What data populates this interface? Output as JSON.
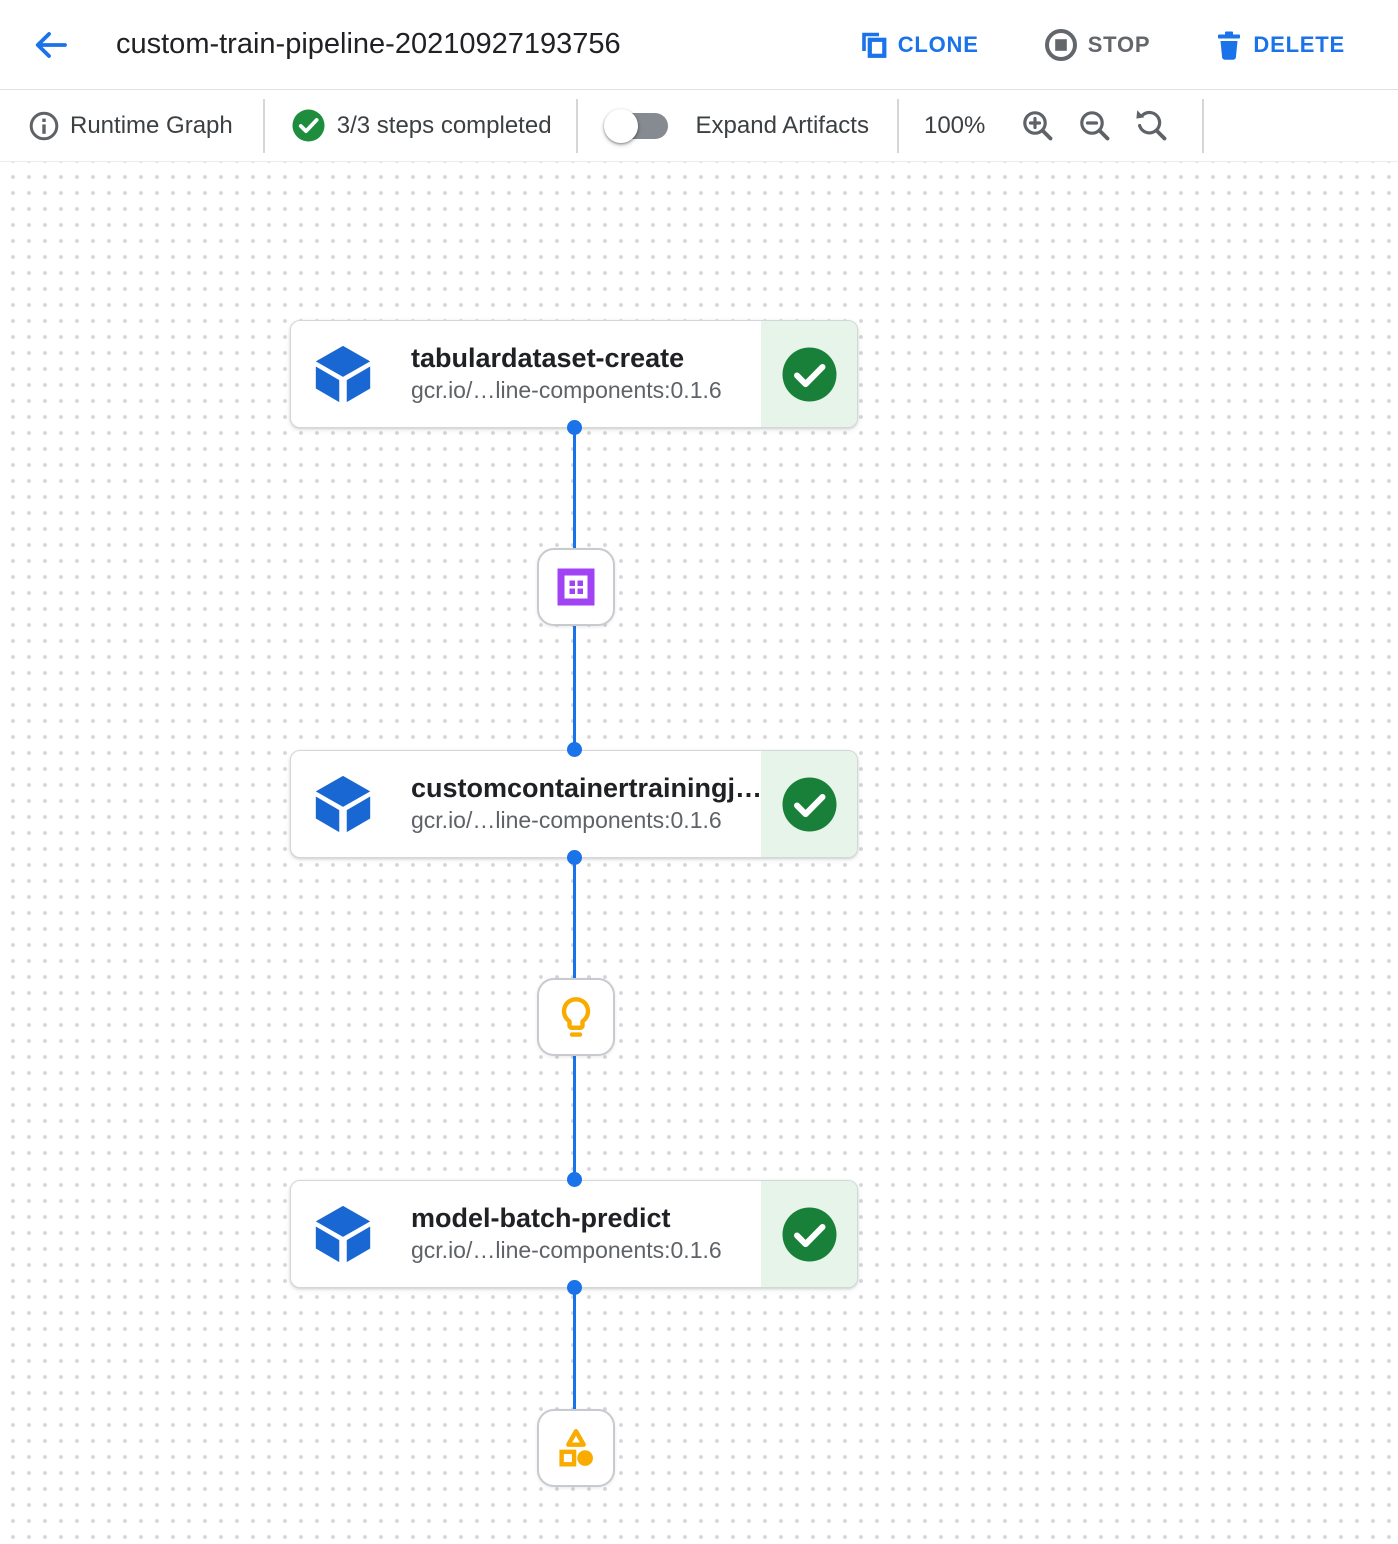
{
  "header": {
    "title": "custom-train-pipeline-20210927193756",
    "actions": {
      "clone": "CLONE",
      "stop": "STOP",
      "delete": "DELETE"
    }
  },
  "toolbar": {
    "view_label": "Runtime Graph",
    "steps_completed": "3/3 steps completed",
    "expand_artifacts": "Expand Artifacts",
    "zoom_level": "100%"
  },
  "graph": {
    "nodes": [
      {
        "title": "tabulardataset-create",
        "image": "gcr.io/…line-components:0.1.6",
        "status": "completed"
      },
      {
        "title": "customcontainertrainingj…",
        "image": "gcr.io/…line-components:0.1.6",
        "status": "completed"
      },
      {
        "title": "model-batch-predict",
        "image": "gcr.io/…line-components:0.1.6",
        "status": "completed"
      }
    ],
    "artifacts": [
      {
        "icon": "dataset-icon",
        "color": "#a142f4"
      },
      {
        "icon": "model-icon",
        "color": "#f9ab00"
      },
      {
        "icon": "generic-artifact-icon",
        "color": "#f9ab00"
      }
    ]
  },
  "colors": {
    "accent_blue": "#1a73e8",
    "component_blue": "#1967d2",
    "success_green": "#188038",
    "success_bg": "#e6f4ea",
    "muted_gray": "#5f6368"
  }
}
